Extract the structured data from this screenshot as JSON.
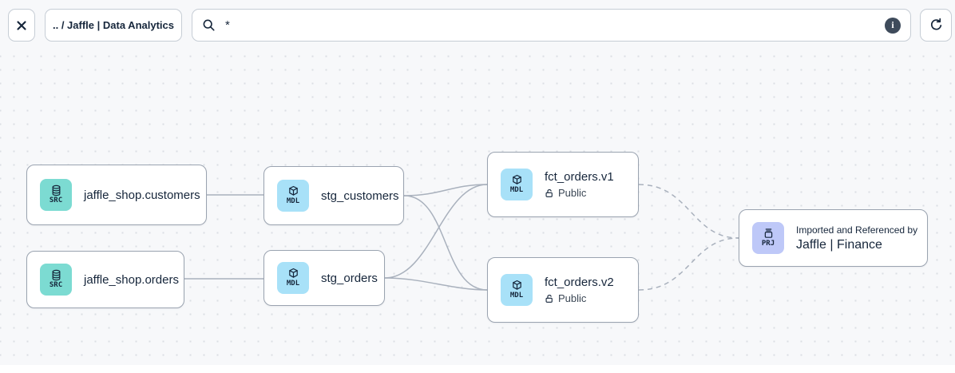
{
  "colors": {
    "surface_bg": "#f7f8fa",
    "dot": "#dbdee4",
    "control_border": "#c6cdd5",
    "info_icon_bg": "#3e4b5b",
    "node_bg": "#ffffff",
    "node_border": "#9aa3b0",
    "edge": "#a9b1bd",
    "text_primary": "#16263b",
    "text_secondary": "#3a4654",
    "src_badge_bg": "#7cdbd2",
    "mdl_badge_bg": "#a8e1f8",
    "prj_badge_bg": "#bec8f8"
  },
  "toolbar": {
    "breadcrumb": ".. / Jaffle | Data Analytics",
    "search_value": "*",
    "info_glyph": "i"
  },
  "nodes": {
    "src_customers": {
      "badge": "SRC",
      "title": "jaffle_shop.customers"
    },
    "src_orders": {
      "badge": "SRC",
      "title": "jaffle_shop.orders"
    },
    "stg_customers": {
      "badge": "MDL",
      "title": "stg_customers"
    },
    "stg_orders": {
      "badge": "MDL",
      "title": "stg_orders"
    },
    "fct_orders_v1": {
      "badge": "MDL",
      "title": "fct_orders.v1",
      "access": "Public"
    },
    "fct_orders_v2": {
      "badge": "MDL",
      "title": "fct_orders.v2",
      "access": "Public"
    },
    "project": {
      "badge": "PRJ",
      "subtitle": "Imported and Referenced by",
      "title": "Jaffle | Finance"
    }
  }
}
